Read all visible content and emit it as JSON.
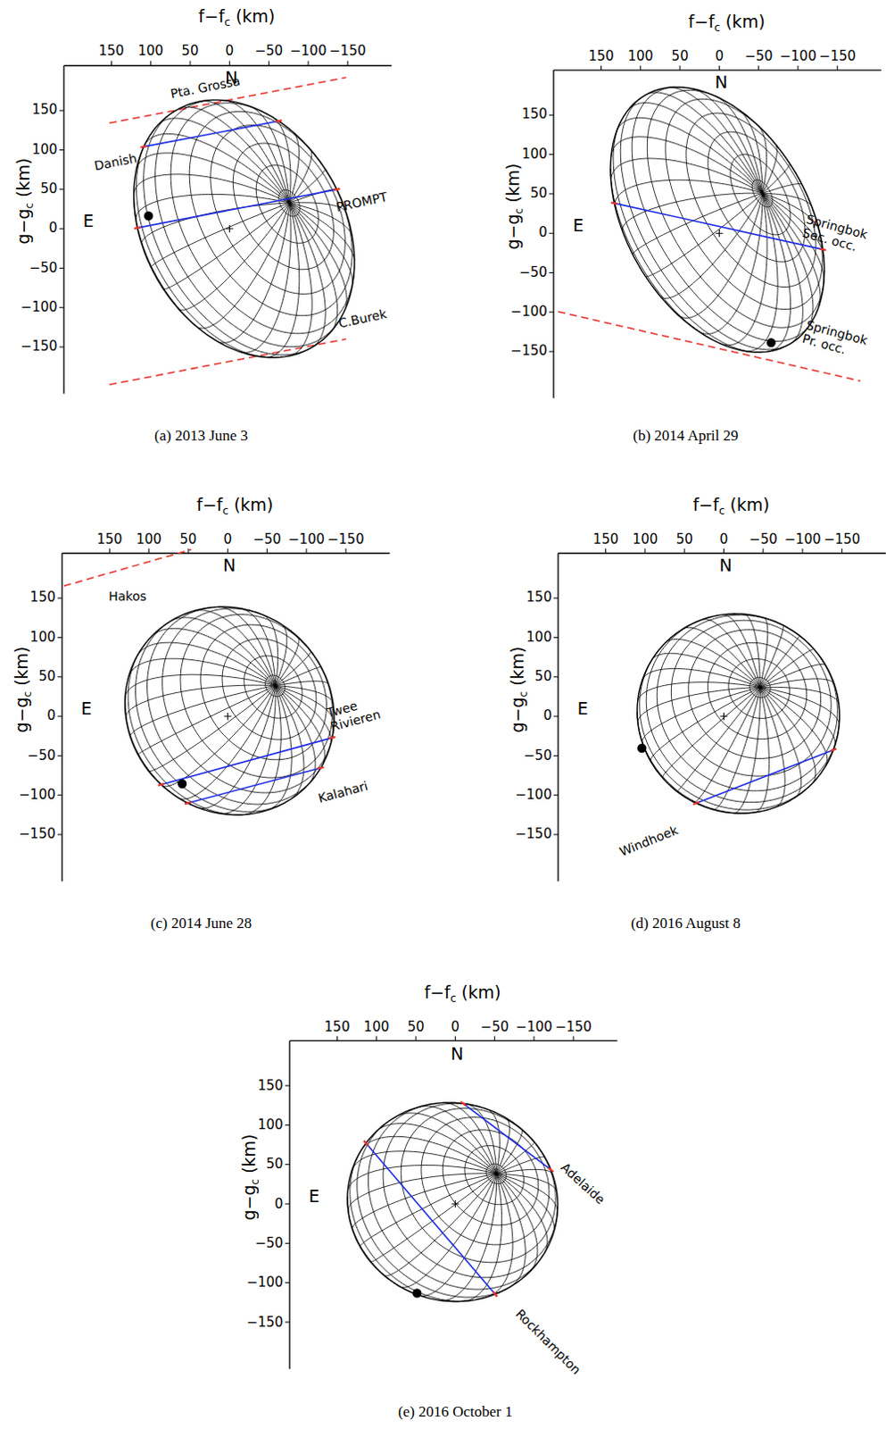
{
  "diagram": {
    "labels": [
      "f−f",
      "c",
      "(km)",
      "150",
      "100",
      "50",
      "0",
      "−50",
      "−100",
      "−150",
      "N",
      "g−g",
      "c",
      "(km)",
      "150",
      "100",
      "50",
      "0",
      "−50",
      "−100",
      "−150",
      "E",
      "Pta. Grossa",
      "Danish",
      "PROMPT",
      "C.Burek",
      "(a) 2013 June 3",
      "f−f",
      "c",
      "(km)",
      "150",
      "100",
      "50",
      "0",
      "−50",
      "−100",
      "−150",
      "N",
      "g−g",
      "c",
      "(km)",
      "150",
      "100",
      "50",
      "0",
      "−50",
      "−100",
      "−150",
      "E",
      "Springbok Sec. occ.",
      "Springbok Pr. occ.",
      "(b) 2014 April 29",
      "f−f",
      "c",
      "(km)",
      "150",
      "100",
      "50",
      "0",
      "−50",
      "−100",
      "−150",
      "N",
      "g−g",
      "c",
      "(km)",
      "150",
      "100",
      "50",
      "0",
      "−50",
      "−100",
      "−150",
      "E",
      "Hakos",
      "Twee Rivieren",
      "Kalahari",
      "(c) 2014 June 28",
      "f−f",
      "c",
      "(km)",
      "150",
      "100",
      "50",
      "0",
      "−50",
      "−100",
      "−150",
      "N",
      "g−g",
      "c",
      "(km)",
      "150",
      "100",
      "50",
      "0",
      "−50",
      "−100",
      "−150",
      "E",
      "Windhoek",
      "(d) 2016 August 8",
      "f−f",
      "c",
      "(km)",
      "150",
      "100",
      "50",
      "0",
      "−50",
      "−100",
      "−150",
      "N",
      "g−g",
      "c",
      "(km)",
      "150",
      "100",
      "50",
      "0",
      "−50",
      "−100",
      "−150",
      "E",
      "Adelaide",
      "Rockhampton",
      "(e) 2016 October 1"
    ]
  }
}
